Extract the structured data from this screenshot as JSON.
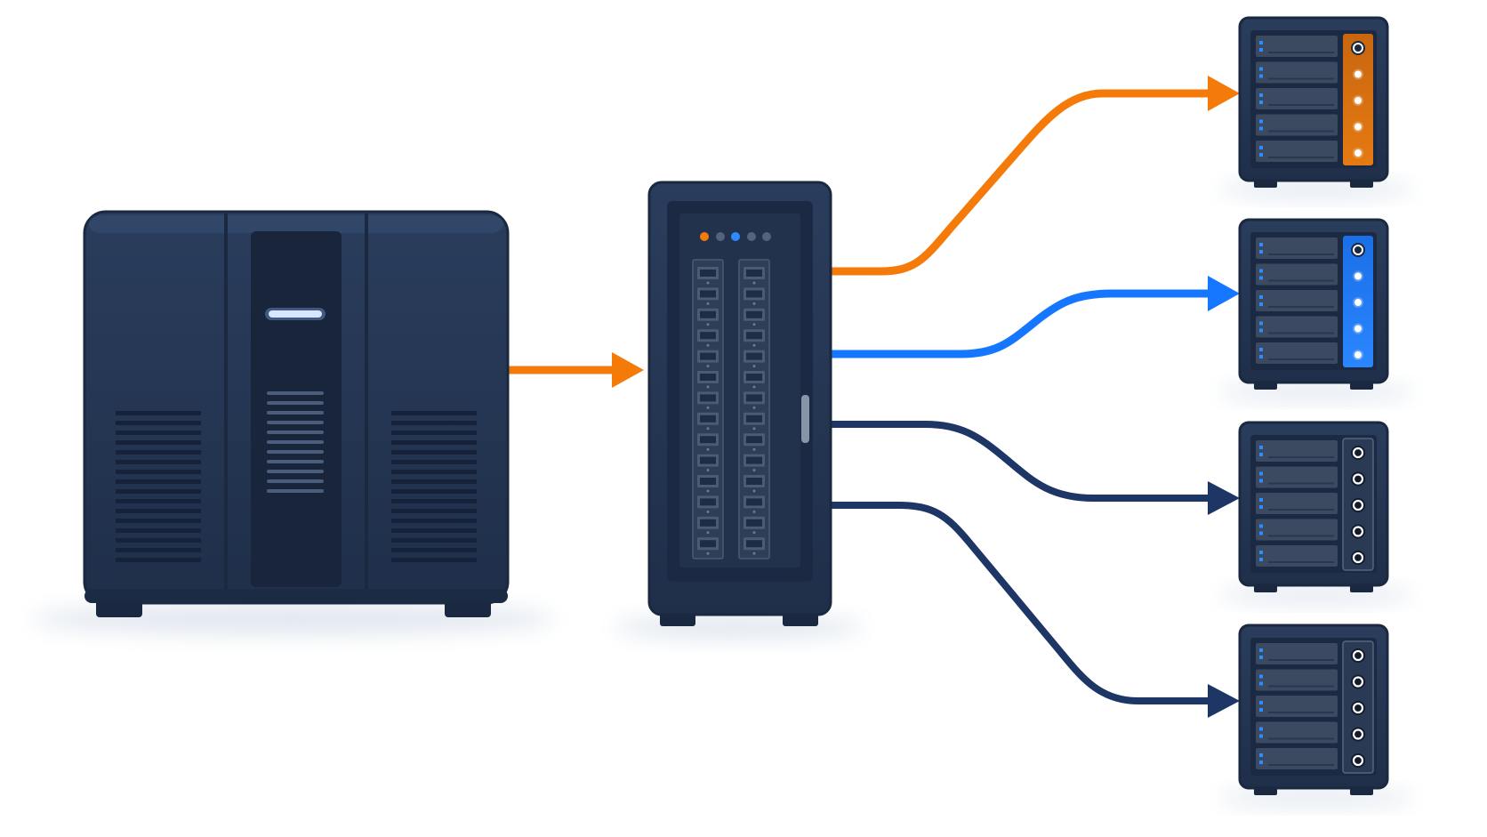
{
  "colors": {
    "background": "#ffffff",
    "device_body": "#243550",
    "device_body_dark": "#1a2840",
    "device_panel": "#1b2a42",
    "device_edge": "#2f4566",
    "slot": "#3b4a60",
    "led_blue": "#2d8cff",
    "orange": "#f47a0a",
    "blue": "#1577ff",
    "navy": "#1d3666",
    "shadow": "#dfe6ee"
  },
  "diagram": {
    "nodes": [
      {
        "id": "mainframe",
        "icon": "mainframe-server-icon"
      },
      {
        "id": "switch-rack",
        "icon": "network-rack-icon",
        "status_leds": [
          "orange",
          "gray",
          "blue",
          "gray",
          "gray"
        ]
      },
      {
        "id": "storage-1",
        "icon": "storage-array-icon",
        "accent": "orange"
      },
      {
        "id": "storage-2",
        "icon": "storage-array-icon",
        "accent": "blue"
      },
      {
        "id": "storage-3",
        "icon": "storage-array-icon",
        "accent": "navy"
      },
      {
        "id": "storage-4",
        "icon": "storage-array-icon",
        "accent": "navy"
      }
    ],
    "edges": [
      {
        "from": "mainframe",
        "to": "switch-rack",
        "color": "orange"
      },
      {
        "from": "switch-rack",
        "to": "storage-1",
        "color": "orange"
      },
      {
        "from": "switch-rack",
        "to": "storage-2",
        "color": "blue"
      },
      {
        "from": "switch-rack",
        "to": "storage-3",
        "color": "navy"
      },
      {
        "from": "switch-rack",
        "to": "storage-4",
        "color": "navy"
      }
    ]
  }
}
